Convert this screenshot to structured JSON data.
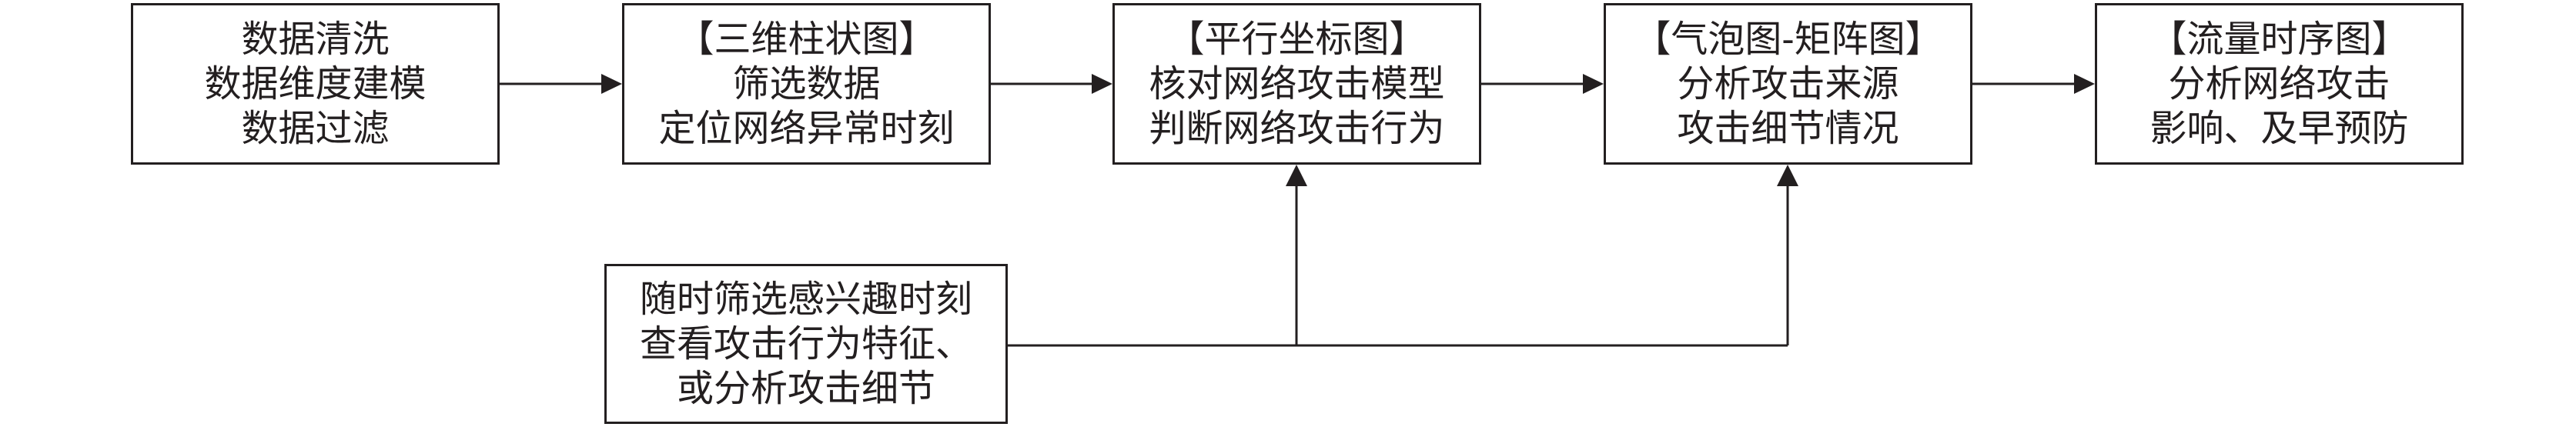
{
  "steps": [
    {
      "lines": [
        "数据清洗",
        "数据维度建模",
        "数据过滤"
      ]
    },
    {
      "lines": [
        "【三维柱状图】",
        "筛选数据",
        "定位网络异常时刻"
      ]
    },
    {
      "lines": [
        "【平行坐标图】",
        "核对网络攻击模型",
        "判断网络攻击行为"
      ]
    },
    {
      "lines": [
        "【气泡图-矩阵图】",
        "分析攻击来源",
        "攻击细节情况"
      ]
    },
    {
      "lines": [
        "【流量时序图】",
        "分析网络攻击",
        "影响、及早预防"
      ]
    }
  ],
  "side": {
    "lines": [
      "随时筛选感兴趣时刻",
      "查看攻击行为特征、",
      "或分析攻击细节"
    ]
  }
}
